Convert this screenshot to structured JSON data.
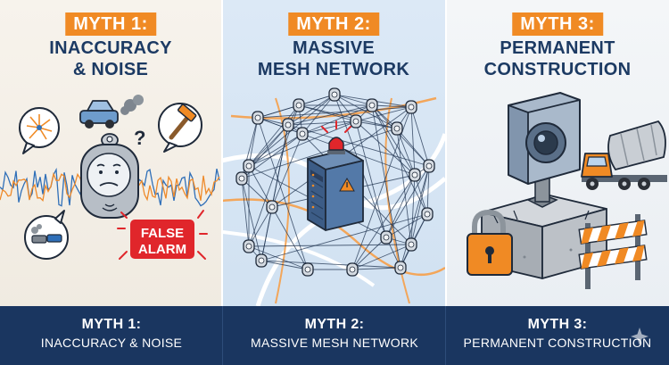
{
  "panels": [
    {
      "tag": "MYTH 1:",
      "title_line1": "INACCURACY",
      "title_line2": "& NOISE",
      "alarm_line1": "FALSE",
      "alarm_line2": "ALARM",
      "question_mark": "?"
    },
    {
      "tag": "MYTH 2:",
      "title_line1": "MASSIVE",
      "title_line2": "MESH NETWORK"
    },
    {
      "tag": "MYTH 3:",
      "title_line1": "PERMANENT",
      "title_line2": "CONSTRUCTION"
    }
  ],
  "footer": [
    {
      "line1": "MYTH 1:",
      "line2": "INACCURACY & NOISE"
    },
    {
      "line1": "MYTH 2:",
      "line2": "MASSIVE MESH NETWORK"
    },
    {
      "line1": "MYTH 3:",
      "line2": "PERMANENT CONSTRUCTION"
    }
  ],
  "colors": {
    "accent_orange": "#f08a24",
    "title_navy": "#1c3a63",
    "footer_navy": "#1a3660",
    "alarm_red": "#e0262b",
    "map_road": "#f3a65a"
  },
  "icons": [
    "fireworks-icon",
    "car-icon",
    "hammer-icon",
    "traffic-icon",
    "sensor-device-icon",
    "siren-icon",
    "server-icon",
    "sensor-node-icon",
    "camera-sensor-icon",
    "cement-mixer-truck-icon",
    "padlock-icon",
    "barricade-icon",
    "sparkle-icon"
  ]
}
